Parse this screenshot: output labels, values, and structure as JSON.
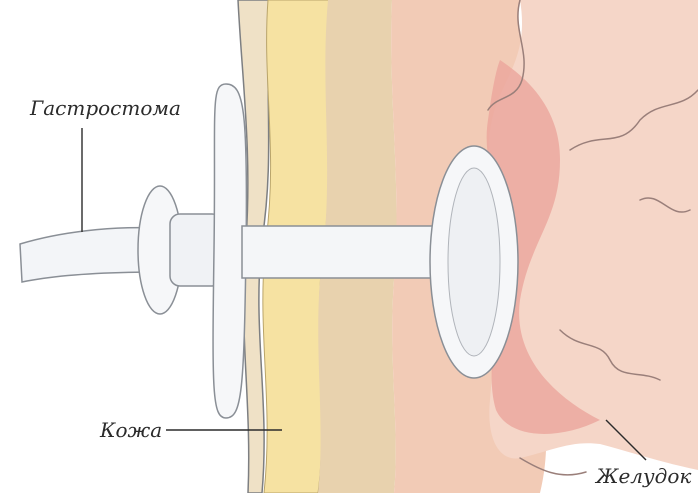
{
  "labels": {
    "gastrostomy": "Гастростома",
    "skin": "Кожа",
    "stomach": "Желудок"
  },
  "colors": {
    "skin_outer": "#f0e2c9",
    "fat_layer": "#f6e3a4",
    "muscle_layer": "#ead3b0",
    "stomach_wall": "#f3c9b8",
    "stomach_inner": "#eba9a0",
    "tube": "#f4f6f8",
    "outline": "#8a8f96"
  }
}
